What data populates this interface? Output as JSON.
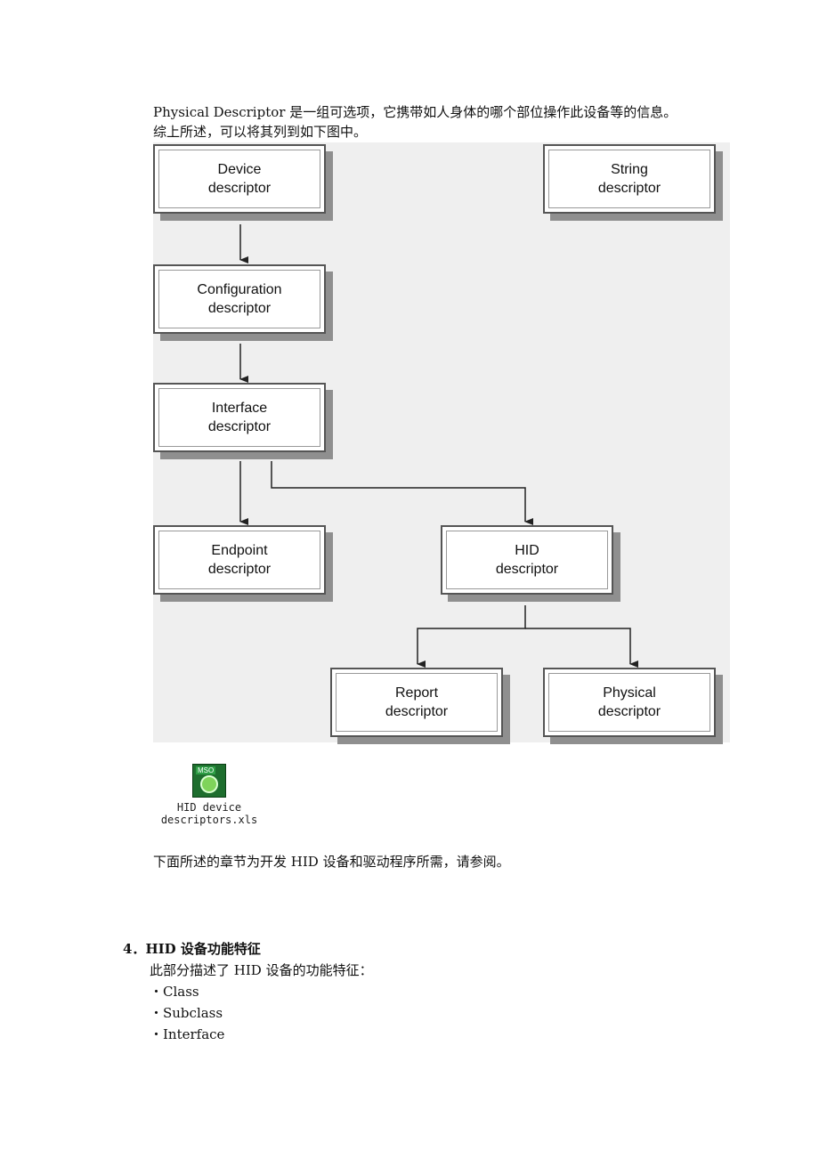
{
  "intro": {
    "line1": "Physical Descriptor 是一组可选项，它携带如人身体的哪个部位操作此设备等的信息。",
    "line2": "综上所述，可以将其列到如下图中。"
  },
  "diagram": {
    "boxes": {
      "device": [
        "Device",
        "descriptor"
      ],
      "string": [
        "String",
        "descriptor"
      ],
      "configuration": [
        "Configuration",
        "descriptor"
      ],
      "interface": [
        "Interface",
        "descriptor"
      ],
      "endpoint": [
        "Endpoint",
        "descriptor"
      ],
      "hid": [
        "HID",
        "descriptor"
      ],
      "report": [
        "Report",
        "descriptor"
      ],
      "physical": [
        "Physical",
        "descriptor"
      ]
    }
  },
  "attachment": {
    "icon_badge": "MSO",
    "icon": "excel-file-icon",
    "caption_line1": "HID device",
    "caption_line2": "descriptors.xls"
  },
  "after_diagram": "下面所述的章节为开发 HID 设备和驱动程序所需，请参阅。",
  "section4": {
    "number": "4．",
    "title": "HID 设备功能特征",
    "intro": "此部分描述了 HID 设备的功能特征：",
    "items": [
      "・Class",
      "・Subclass",
      "・Interface"
    ]
  }
}
